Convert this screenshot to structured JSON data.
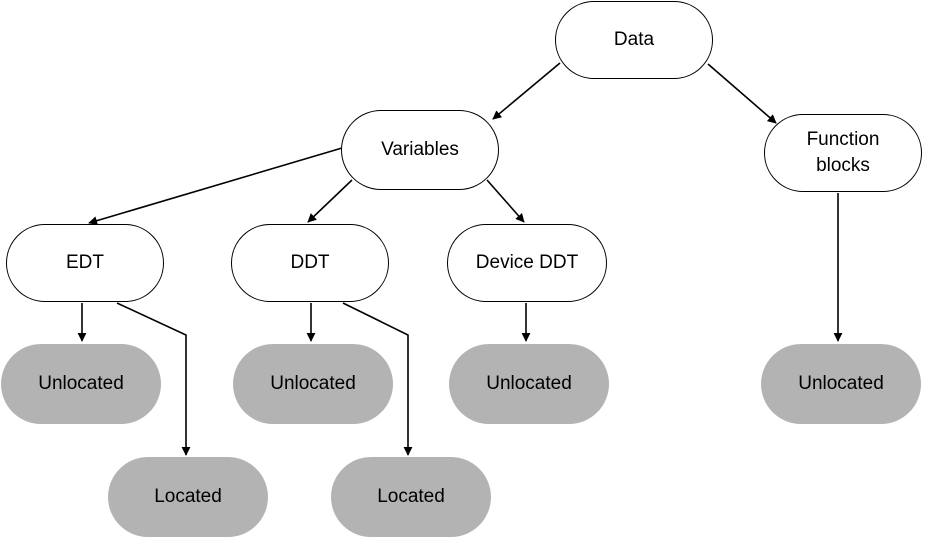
{
  "diagram": {
    "nodes": [
      {
        "id": "data",
        "label": "Data",
        "style": "white"
      },
      {
        "id": "variables",
        "label": "Variables",
        "style": "white"
      },
      {
        "id": "function_blocks",
        "label": "Function\nblocks",
        "style": "white"
      },
      {
        "id": "edt",
        "label": "EDT",
        "style": "white"
      },
      {
        "id": "ddt",
        "label": "DDT",
        "style": "white"
      },
      {
        "id": "device_ddt",
        "label": "Device DDT",
        "style": "white"
      },
      {
        "id": "edt_unlocated",
        "label": "Unlocated",
        "style": "grey"
      },
      {
        "id": "edt_located",
        "label": "Located",
        "style": "grey"
      },
      {
        "id": "ddt_unlocated",
        "label": "Unlocated",
        "style": "grey"
      },
      {
        "id": "ddt_located",
        "label": "Located",
        "style": "grey"
      },
      {
        "id": "device_ddt_unlocated",
        "label": "Unlocated",
        "style": "grey"
      },
      {
        "id": "fb_unlocated",
        "label": "Unlocated",
        "style": "grey"
      }
    ],
    "edges": [
      {
        "from": "data",
        "to": "variables"
      },
      {
        "from": "data",
        "to": "function_blocks"
      },
      {
        "from": "variables",
        "to": "edt"
      },
      {
        "from": "variables",
        "to": "ddt"
      },
      {
        "from": "variables",
        "to": "device_ddt"
      },
      {
        "from": "edt",
        "to": "edt_unlocated"
      },
      {
        "from": "edt",
        "to": "edt_located"
      },
      {
        "from": "ddt",
        "to": "ddt_unlocated"
      },
      {
        "from": "ddt",
        "to": "ddt_located"
      },
      {
        "from": "device_ddt",
        "to": "device_ddt_unlocated"
      },
      {
        "from": "function_blocks",
        "to": "fb_unlocated"
      }
    ],
    "colors": {
      "node_fill": "#ffffff",
      "leaf_fill": "#b3b3b3",
      "stroke": "#000000"
    }
  }
}
